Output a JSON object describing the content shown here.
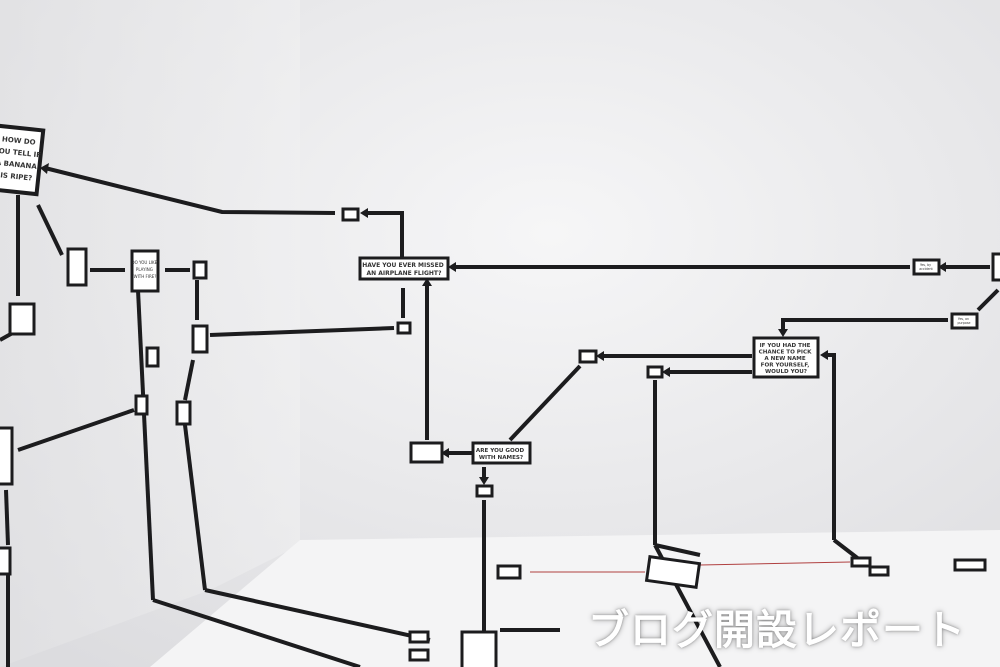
{
  "overlay": {
    "title": "ブログ開設レポート"
  },
  "flowchart": {
    "banana": [
      "HOW DO",
      "YOU TELL IF",
      "A BANANA",
      "IS RIPE?"
    ],
    "airplane": [
      "HAVE YOU EVER MISSED",
      "AN AIRPLANE FLIGHT?"
    ],
    "fire": [
      "DO YOU LIKE",
      "PLAYING",
      "WITH FIRE?"
    ],
    "new_name": [
      "IF YOU HAD THE",
      "CHANCE TO PICK",
      "A NEW NAME",
      "FOR YOURSELF,",
      "WOULD YOU?"
    ],
    "good_names": [
      "ARE YOU GOOD",
      "WITH NAMES?"
    ],
    "yes_accident": [
      "Yes, by",
      "accident"
    ],
    "yes_purpose": [
      "Yes, on",
      "purpose"
    ]
  }
}
